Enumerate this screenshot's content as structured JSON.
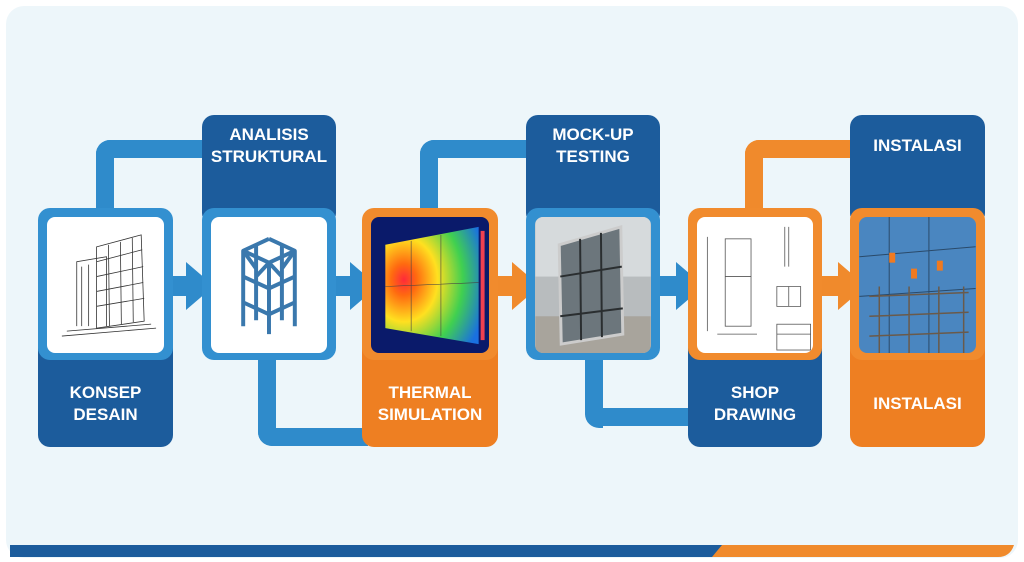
{
  "steps": [
    {
      "label_line1": "KONSEP",
      "label_line2": "DESAIN",
      "icon": "building-sketch-icon"
    },
    {
      "label_line1": "ANALISIS",
      "label_line2": "STRUKTURAL",
      "icon": "structural-frame-icon"
    },
    {
      "label_line1": "THERMAL",
      "label_line2": "SIMULATION",
      "icon": "thermal-map-icon"
    },
    {
      "label_line1": "MOCK-UP",
      "label_line2": "TESTING",
      "icon": "mockup-panel-icon"
    },
    {
      "label_line1": "SHOP",
      "label_line2": "DRAWING",
      "icon": "technical-drawing-icon"
    },
    {
      "label_top": "INSTALASI",
      "label_bottom": "INSTALASI",
      "icon": "installation-photo-icon"
    }
  ],
  "colors": {
    "dark_blue": "#1c5c9c",
    "blue": "#2f8bcb",
    "orange": "#f08a2c",
    "background": "#edf6fa"
  }
}
